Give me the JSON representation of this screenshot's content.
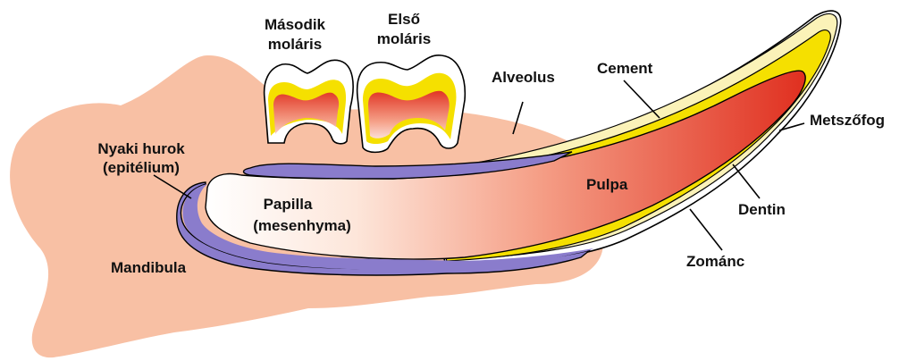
{
  "labels": {
    "masodik_line1": "Második",
    "masodik_line2": "moláris",
    "elso_line1": "Első",
    "elso_line2": "moláris",
    "alveolus": "Alveolus",
    "cement": "Cement",
    "metszofog": "Metszőfog",
    "nyaki_line1": "Nyaki hurok",
    "nyaki_line2": "(epitélium)",
    "papilla_line1": "Papilla",
    "papilla_line2": "(mesenhyma)",
    "pulpa": "Pulpa",
    "dentin": "Dentin",
    "mandibula": "Mandibula",
    "zomanc": "Zománc"
  },
  "colors": {
    "bone": "#f8c0a4",
    "epithelium": "#8a7ccc",
    "dentin": "#f5e000",
    "cement": "#fbf2b8",
    "enamel": "#ffffff",
    "pulp_dark": "#e03020",
    "pulp_light": "#ffffff"
  }
}
